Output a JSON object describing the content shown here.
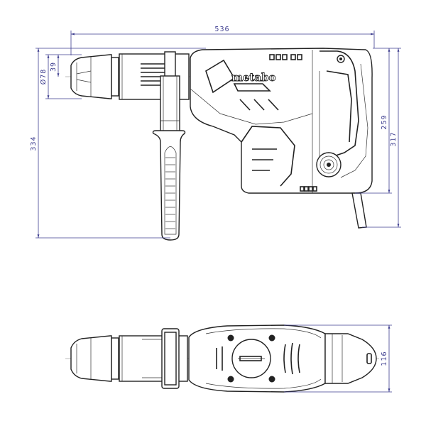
{
  "drawing": {
    "brand_logo": "metabo",
    "dimensions": {
      "overall_length": "536",
      "overall_height": "334",
      "chuck_diameter": "Ø78",
      "chuck_center_height": "39",
      "body_height": "259",
      "height_with_cable": "317",
      "width": "116"
    },
    "dimension_color": "#3d3d8f"
  }
}
